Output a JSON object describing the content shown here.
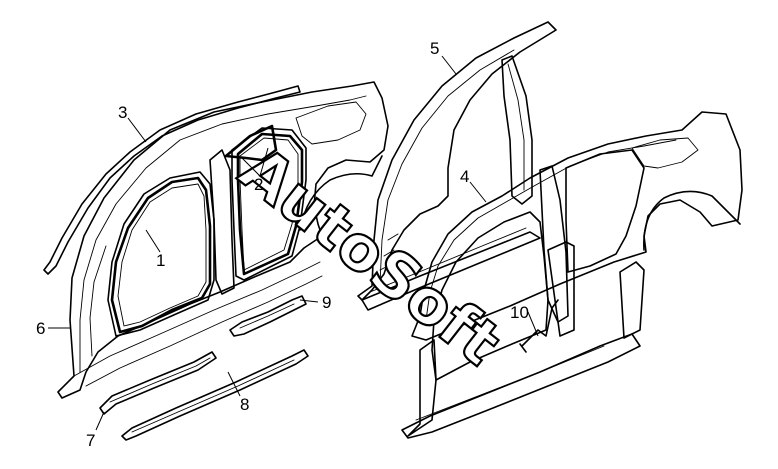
{
  "callouts": [
    {
      "id": "1",
      "text": "1"
    },
    {
      "id": "2",
      "text": "2"
    },
    {
      "id": "3",
      "text": "3"
    },
    {
      "id": "4",
      "text": "4"
    },
    {
      "id": "5",
      "text": "5"
    },
    {
      "id": "6",
      "text": "6"
    },
    {
      "id": "7",
      "text": "7"
    },
    {
      "id": "8",
      "text": "8"
    },
    {
      "id": "9",
      "text": "9"
    },
    {
      "id": "10",
      "text": "10"
    }
  ],
  "watermark": {
    "text": "AutoSoft"
  },
  "colors": {
    "line": "#000000",
    "background": "#ffffff"
  }
}
